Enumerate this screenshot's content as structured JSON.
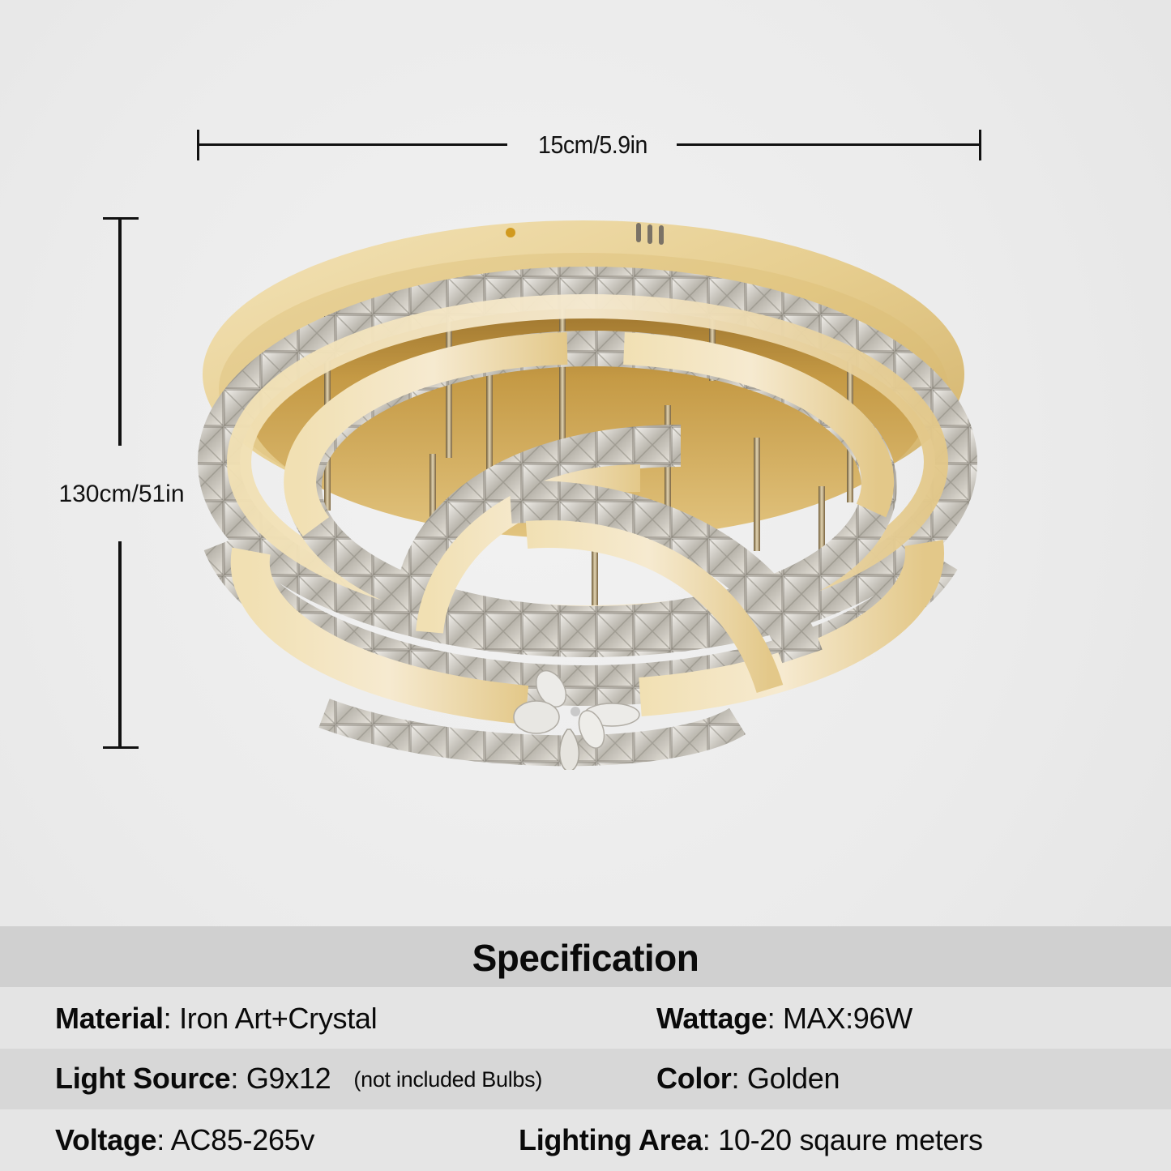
{
  "dimensions": {
    "width_label": "15cm/5.9in",
    "height_label": "130cm/51in"
  },
  "product": {
    "name": "crystal-ceiling-chandelier",
    "colors": {
      "gold_light": "#efdcae",
      "gold_mid": "#d9b96f",
      "gold_dark": "#a37a2c",
      "crystal": "#e9e6e0",
      "crystal_shadow": "#9a9890",
      "rod": "#b8a57a"
    }
  },
  "spec": {
    "title": "Specification",
    "rows": [
      [
        {
          "key": "Material",
          "value": "Iron Art+Crystal"
        },
        {
          "key": "Wattage",
          "value": "MAX:96W"
        }
      ],
      [
        {
          "key": "Light Source",
          "value": "G9x12",
          "note": "(not included Bulbs)"
        },
        {
          "key": "Color",
          "value": "Golden"
        }
      ],
      [
        {
          "key": "Voltage",
          "value": "AC85-265v"
        },
        {
          "key": "Lighting Area",
          "value": "10-20 sqaure meters"
        }
      ]
    ],
    "separator": ":",
    "band_colors": {
      "header": "#d0d0d0",
      "row_light": "#e4e4e4",
      "row_dark": "#d7d7d7"
    }
  }
}
